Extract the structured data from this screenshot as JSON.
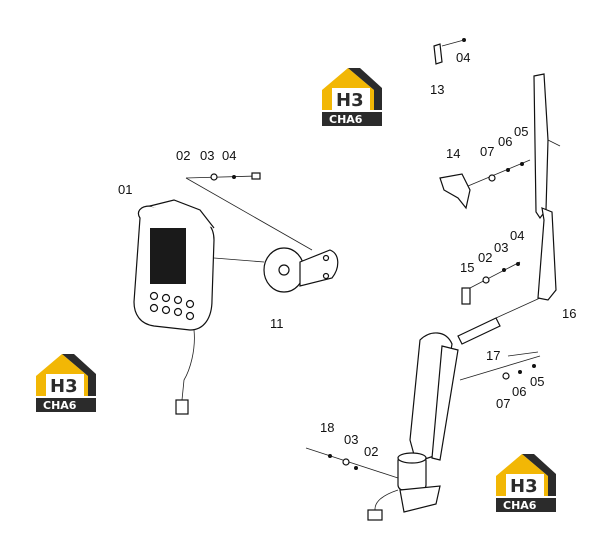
{
  "colors": {
    "logo_yellow": "#F2B705",
    "logo_dark": "#2B2B2B",
    "line": "#222222"
  },
  "logos": [
    {
      "id": "logo-top",
      "mark": "H3",
      "caption": "CHA6"
    },
    {
      "id": "logo-left",
      "mark": "H3",
      "caption": "CHA6"
    },
    {
      "id": "logo-bottom",
      "mark": "H3",
      "caption": "CHA6"
    }
  ],
  "labels": {
    "l01": "01",
    "l02a": "02",
    "l03a": "03",
    "l04a": "04",
    "l11": "11",
    "l04b": "04",
    "l13": "13",
    "l14": "14",
    "l07a": "07",
    "l06a": "06",
    "l05a": "05",
    "l15": "15",
    "l02b": "02",
    "l03b": "03",
    "l04c": "04",
    "l16": "16",
    "l17": "17",
    "l07b": "07",
    "l06b": "06",
    "l05b": "05",
    "l18": "18",
    "l03c": "03",
    "l02c": "02"
  }
}
